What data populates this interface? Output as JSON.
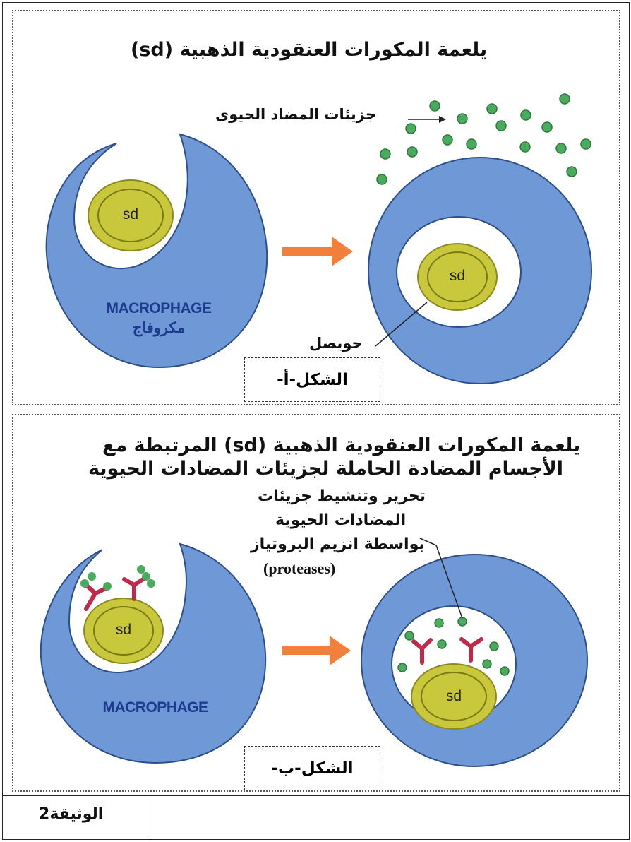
{
  "figure_a": {
    "title": "يلعمة المكورات العنقودية الذهبية (sd)",
    "antibiotic_label": "جزيئات المضاد الحيوى",
    "cell_left_en": "MACROPHAGE",
    "cell_left_ar": "مكروفاج",
    "vesicle_label": "حويصل",
    "bacterium": "sd",
    "caption": "الشكل-أ-"
  },
  "figure_b": {
    "title_line1": "يلعمة المكورات العنقودية الذهبية (sd) المرتبطة مع",
    "title_line2": "الأجسام المضادة الحاملة لجزيئات المضادات الحيوية",
    "release_line1": "تحرير وتنشيط جزيئات",
    "release_line2": "المضادات الحيوية",
    "release_line3": "بواسطة انزيم البروتياز",
    "release_line4": "(proteases)",
    "cell_left_en": "MACROPHAGE",
    "bacterium": "sd",
    "caption": "الشكل-ب-"
  },
  "document_label": "الوثيقة2",
  "colors": {
    "cell_fill": "#6f98d6",
    "bacterium_fill": "#c9c73c",
    "arrow": "#f0803c",
    "antibiotic": "#4aab5e",
    "antibody": "#c0294a"
  }
}
